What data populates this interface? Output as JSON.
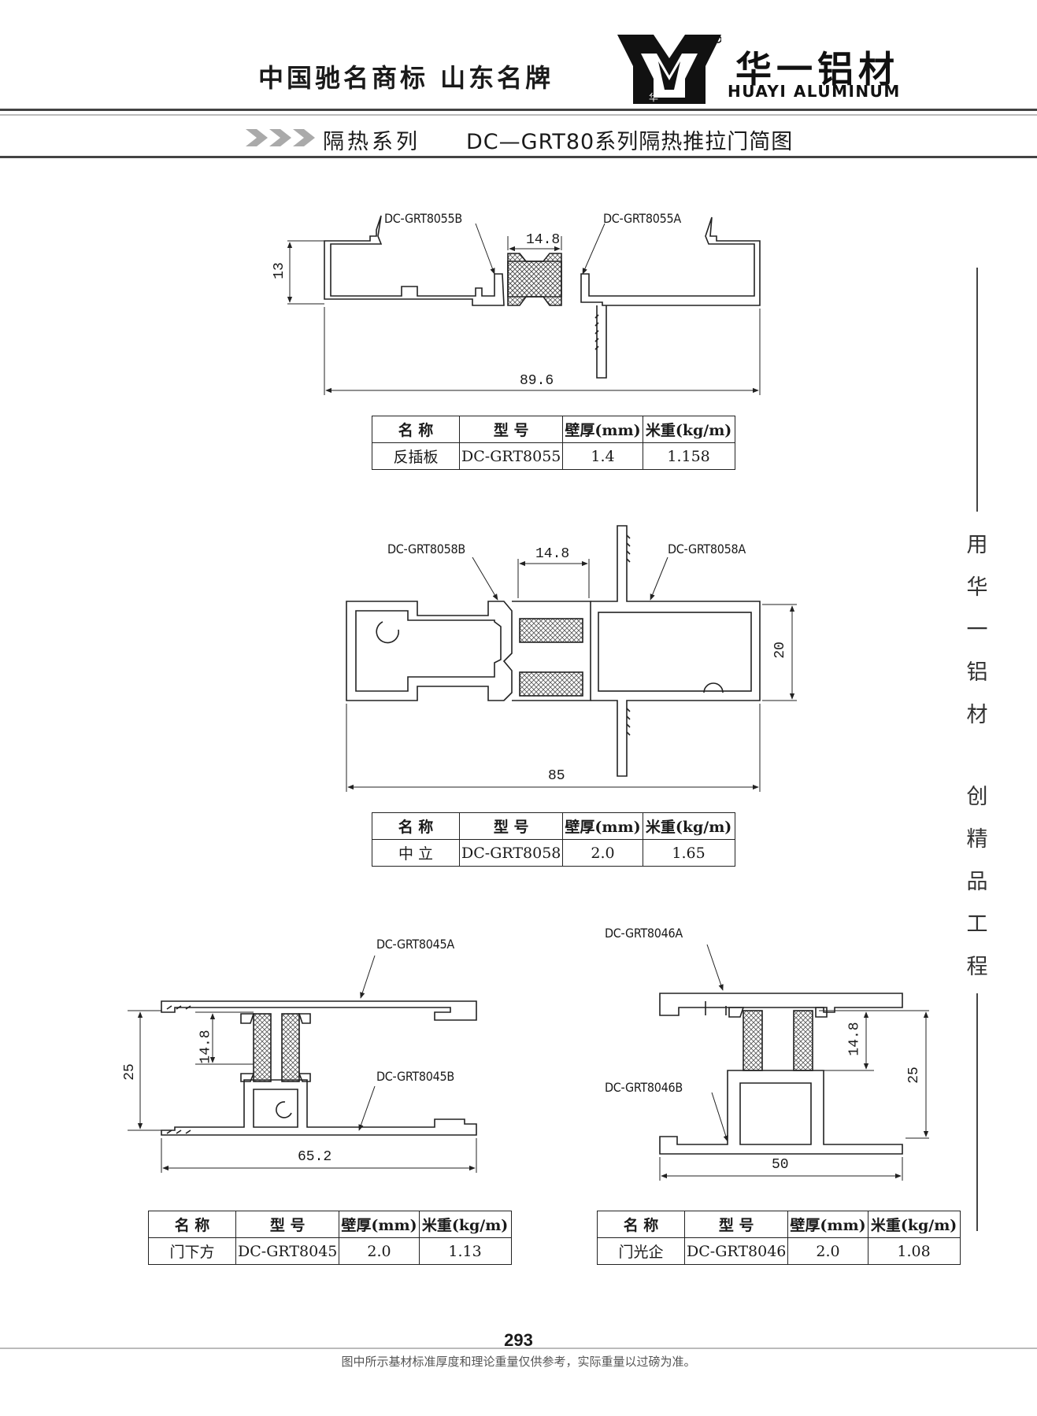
{
  "header": {
    "slogan": "中国驰名商标  山东名牌",
    "brand_cn": "华一铝材",
    "brand_en": "HUAYI ALUMINUM",
    "logo_mark_text": "华一"
  },
  "section": {
    "series": "隔热系列",
    "title": "DC—GRT80系列隔热推拉门简图"
  },
  "figures": {
    "f1": {
      "label_left": "DC-GRT8055B",
      "label_right": "DC-GRT8055A",
      "dim_gap": "14.8",
      "dim_height": "13",
      "dim_width": "89.6"
    },
    "f2": {
      "label_left": "DC-GRT8058B",
      "label_right": "DC-GRT8058A",
      "dim_gap": "14.8",
      "dim_height": "20",
      "dim_width": "85"
    },
    "f3": {
      "label_top": "DC-GRT8045A",
      "label_bottom": "DC-GRT8045B",
      "dim_gap": "14.8",
      "dim_height": "25",
      "dim_width": "65.2"
    },
    "f4": {
      "label_top": "DC-GRT8046A",
      "label_bottom": "DC-GRT8046B",
      "dim_gap": "14.8",
      "dim_height": "25",
      "dim_width": "50"
    }
  },
  "table_headers": [
    "名 称",
    "型 号",
    "壁厚(mm)",
    "米重(kg/m)"
  ],
  "tables": {
    "t1": {
      "name": "反插板",
      "model": "DC-GRT8055",
      "thickness": "1.4",
      "weight": "1.158"
    },
    "t2": {
      "name": "中 立",
      "model": "DC-GRT8058",
      "thickness": "2.0",
      "weight": "1.65"
    },
    "t3": {
      "name": "门下方",
      "model": "DC-GRT8045",
      "thickness": "2.0",
      "weight": "1.13"
    },
    "t4": {
      "name": "门光企",
      "model": "DC-GRT8046",
      "thickness": "2.0",
      "weight": "1.08"
    }
  },
  "side_text": [
    "用",
    "华",
    "一",
    "铝",
    "材",
    "创",
    "精",
    "品",
    "工",
    "程"
  ],
  "footer": {
    "page_number": "293",
    "note": "图中所示基材标准厚度和理论重量仅供参考，实际重量以过磅为准。"
  }
}
